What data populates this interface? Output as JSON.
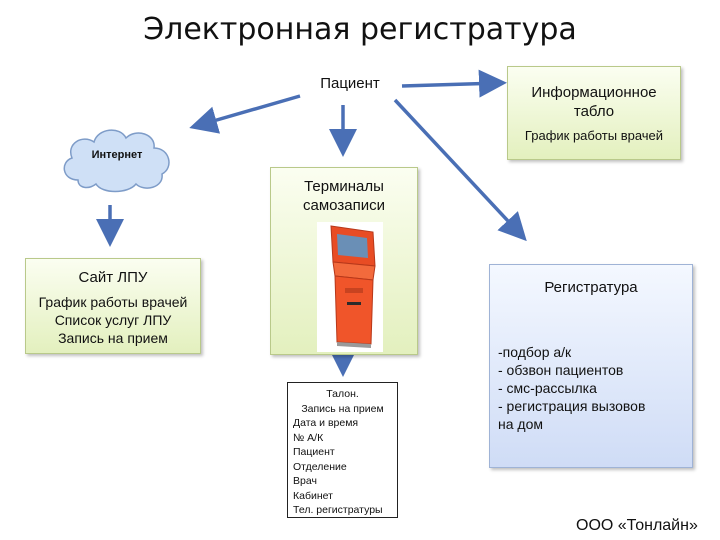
{
  "title": "Электронная регистратура",
  "patient": "Пациент",
  "internet": "Интернет",
  "info_board": {
    "title_line1": "Информационное",
    "title_line2": "табло",
    "subtitle": "График работы врачей"
  },
  "terminals": {
    "title_line1": "Терминалы",
    "title_line2": "самозаписи"
  },
  "site": {
    "title": "Сайт ЛПУ",
    "lines": [
      "График работы врачей",
      "Список услуг ЛПУ",
      "Запись на прием"
    ]
  },
  "registry": {
    "title": "Регистратура",
    "lines": [
      "-подбор а/к",
      "- обзвон пациентов",
      "- смс-рассылка",
      "- регистрация вызовов",
      "на дом"
    ]
  },
  "ticket": {
    "lines": [
      "Талон.",
      "Запись на прием",
      "Дата и время",
      "№ А/К",
      "Пациент",
      "Отделение",
      "Врач",
      "Кабинет",
      "Тел. регистратуры"
    ]
  },
  "company": "ООО «Тонлайн»",
  "colors": {
    "arrow": "#4a6fb5",
    "green_box": "#e3f0be",
    "blue_box": "#cfdcf6",
    "kiosk": "#f0552a"
  }
}
